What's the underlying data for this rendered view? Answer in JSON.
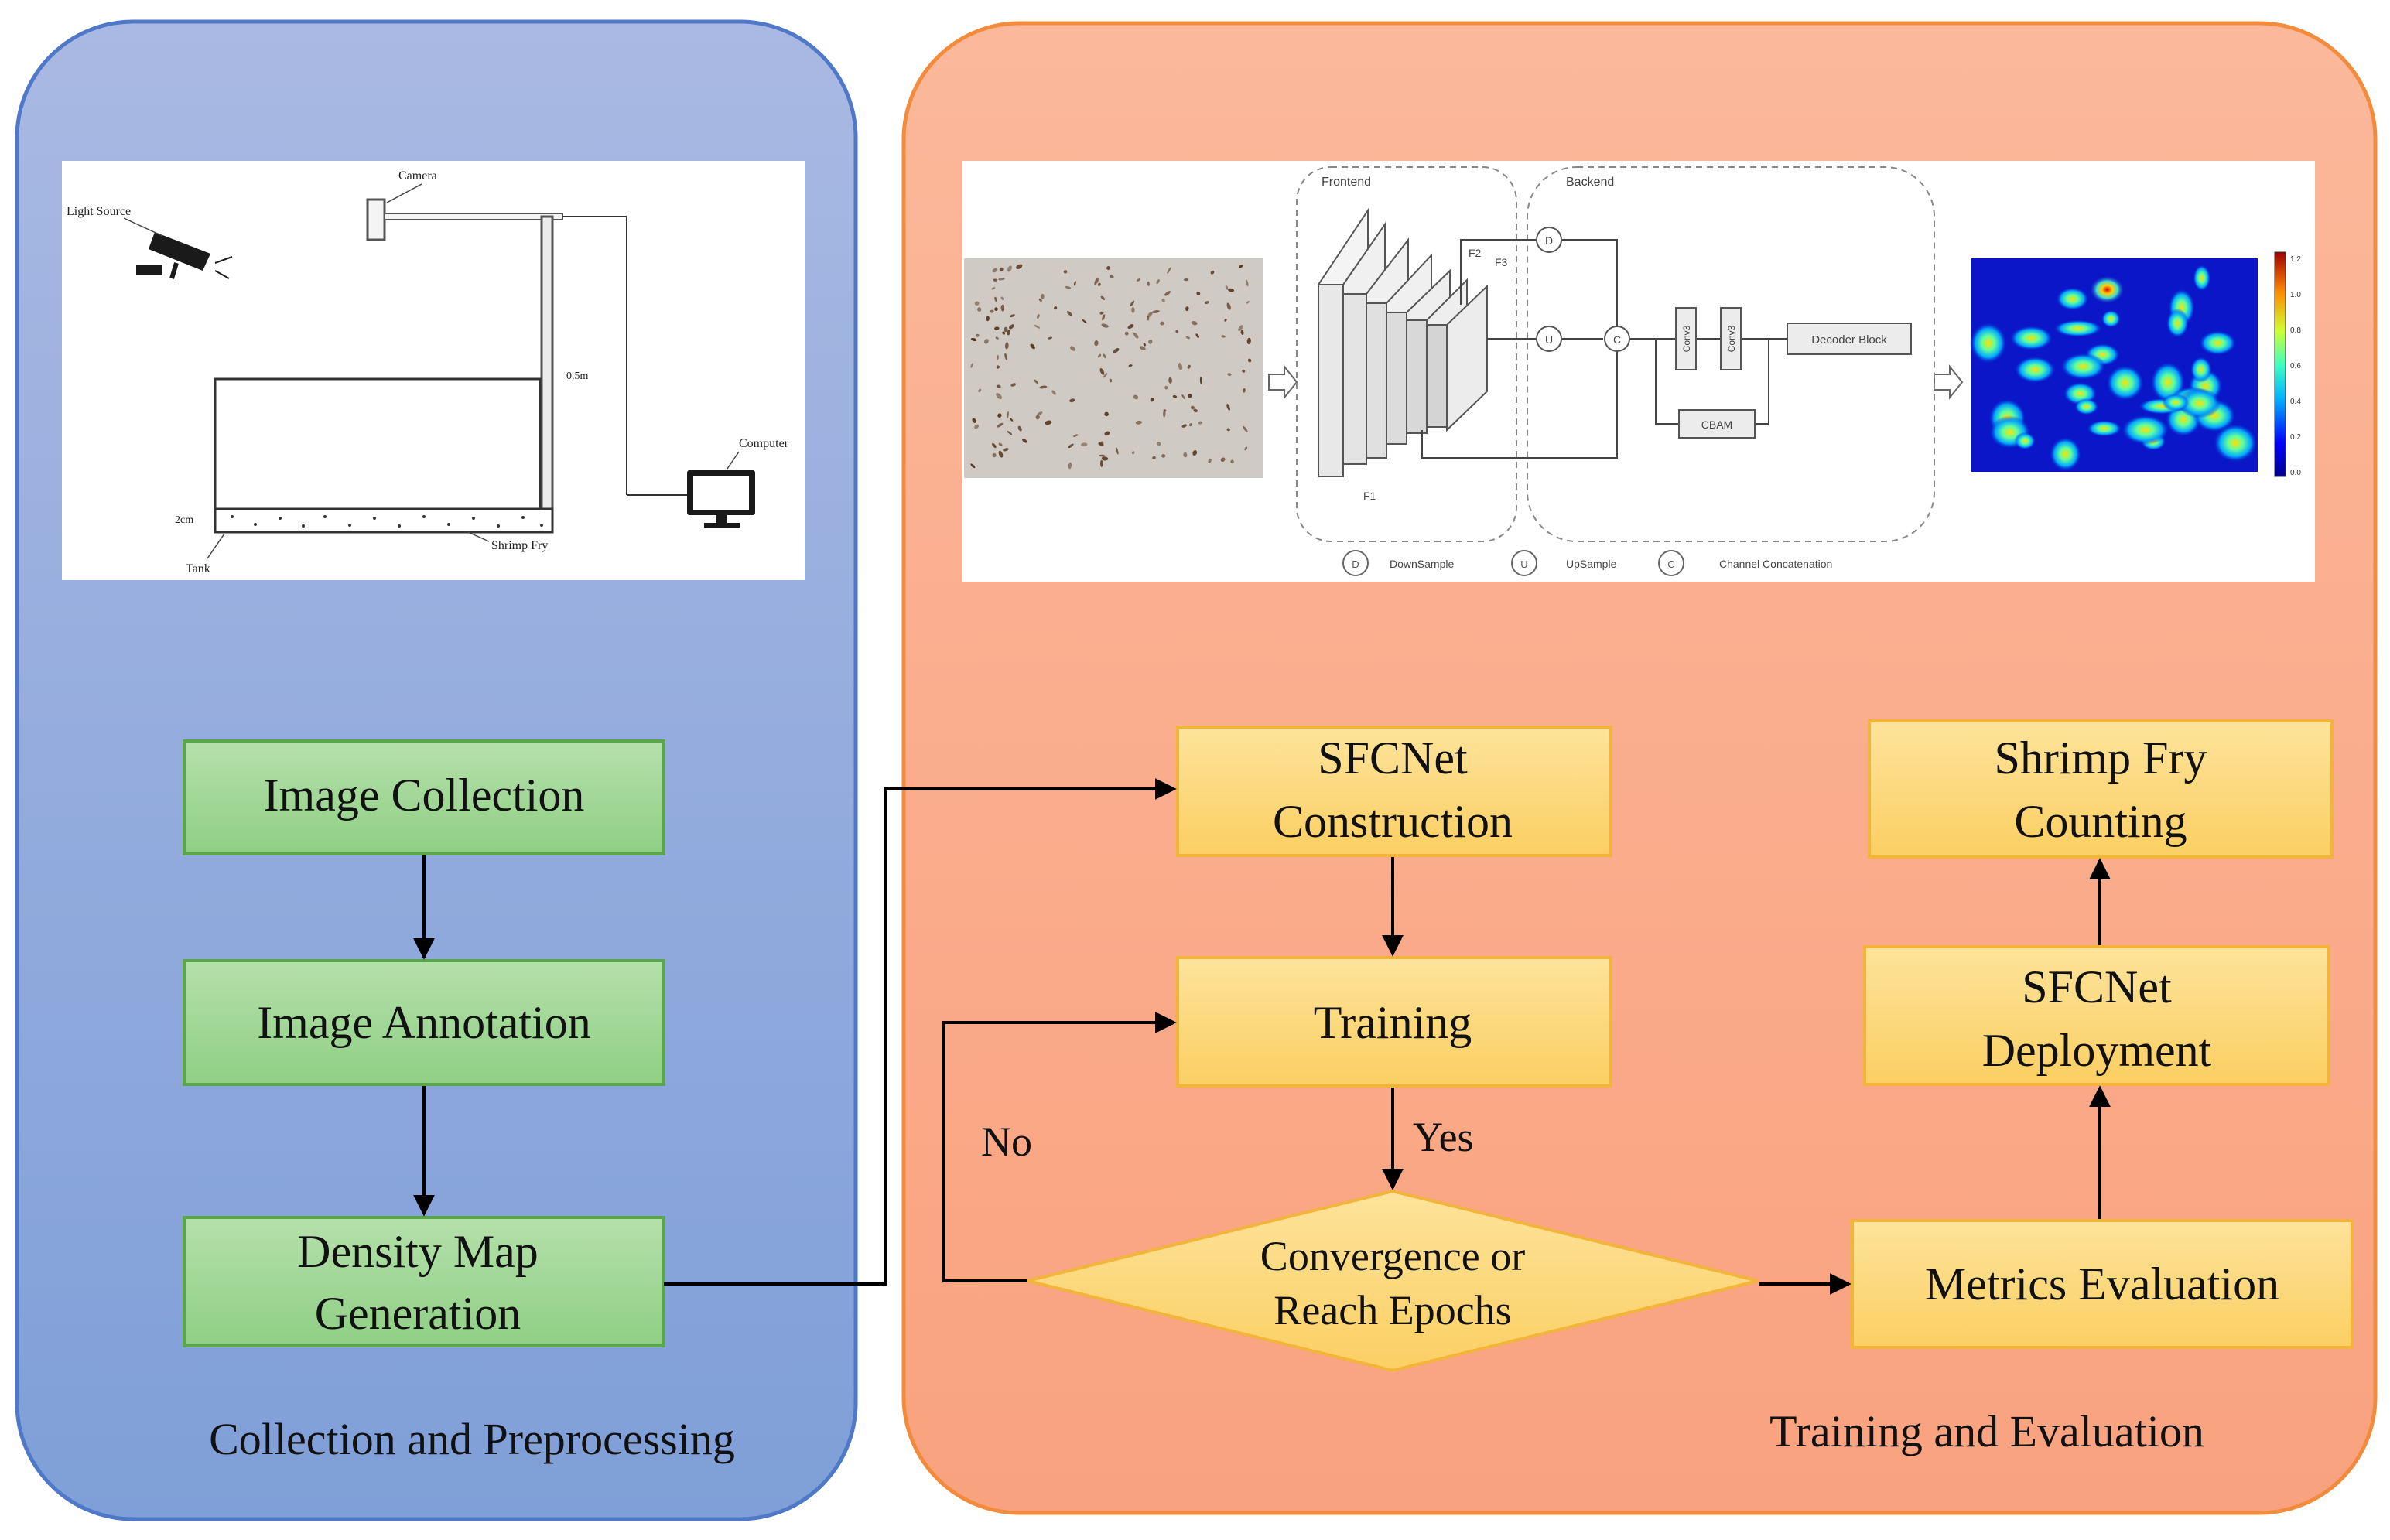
{
  "left_panel": {
    "caption": "Collection and Preprocessing",
    "setup_labels": {
      "light_source": "Light Source",
      "camera": "Camera",
      "computer": "Computer",
      "height": "0.5m",
      "depth": "2cm",
      "tank": "Tank",
      "shrimp_fry": "Shrimp Fry"
    },
    "steps": [
      "Image Collection",
      "Image Annotation",
      "Density Map",
      "Generation"
    ]
  },
  "right_panel": {
    "caption": "Training and Evaluation",
    "network_labels": {
      "frontend": "Frontend",
      "backend": "Backend",
      "f1": "F1",
      "f2": "F2",
      "f3": "F3",
      "d": "D",
      "u": "U",
      "c": "C",
      "conv1": "Conv3",
      "conv2": "Conv3",
      "cbam": "CBAM",
      "decoder": "Decoder Block",
      "legend_downsample": "DownSample",
      "legend_upsample": "UpSample",
      "legend_concat": "Channel Concatenation",
      "colorbar_ticks": [
        "1.2",
        "1.0",
        "0.8",
        "0.6",
        "0.4",
        "0.2",
        "0.0"
      ]
    },
    "flow": {
      "construction_l1": "SFCNet",
      "construction_l2": "Construction",
      "training": "Training",
      "decision_l1": "Convergence or",
      "decision_l2": "Reach Epochs",
      "yes": "Yes",
      "no": "No",
      "metrics": "Metrics Evaluation",
      "deployment_l1": "SFCNet",
      "deployment_l2": "Deployment",
      "counting_l1": "Shrimp Fry",
      "counting_l2": "Counting"
    }
  },
  "colors": {
    "left_panel_top": "#a9b9e3",
    "left_panel_bottom": "#7f9fd8",
    "left_panel_border": "#4f79c8",
    "right_panel_fill": "#fbae8e",
    "right_panel_border": "#f28c3c",
    "green_box": "#a4d89a",
    "green_border": "#5aa64a",
    "yellow_box": "#fcd879",
    "yellow_border": "#f2b43a",
    "heatmap_bg": "#0a16c8"
  }
}
